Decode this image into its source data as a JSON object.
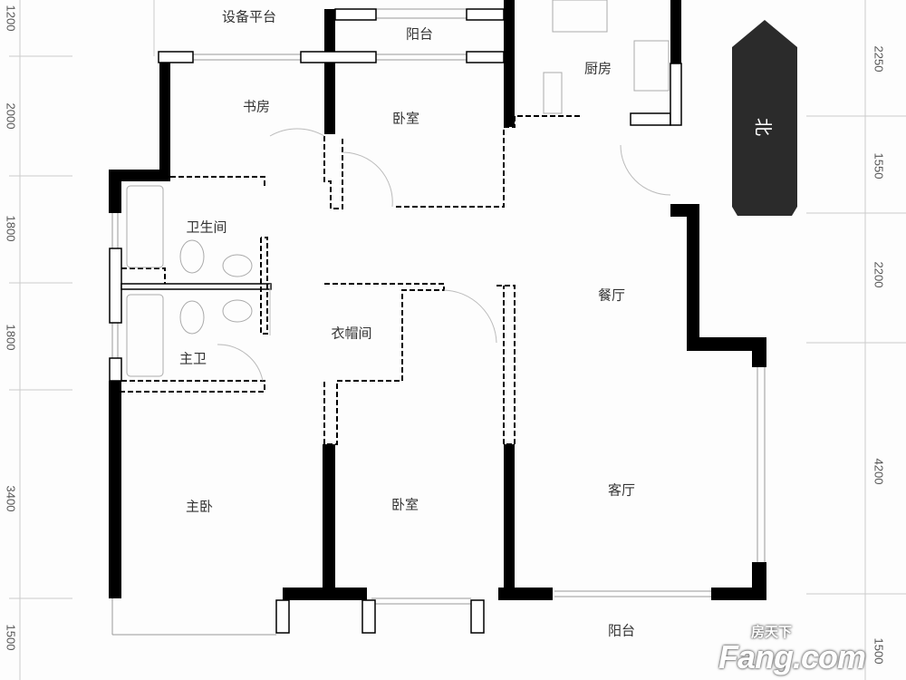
{
  "rooms": {
    "equipment_platform": "设备平台",
    "balcony_top": "阳台",
    "kitchen": "厨房",
    "study": "书房",
    "bedroom_top": "卧室",
    "bathroom": "卫生间",
    "dining": "餐厅",
    "cloakroom": "衣帽间",
    "master_bath": "主卫",
    "master_bedroom": "主卧",
    "bedroom_bottom": "卧室",
    "living": "客厅",
    "balcony_bottom": "阳台"
  },
  "dimensions_left": [
    "1200",
    "2000",
    "1800",
    "1800",
    "3400",
    "1500"
  ],
  "dimensions_right": [
    "2250",
    "1550",
    "2200",
    "4200",
    "1500"
  ],
  "north_label": "北",
  "watermark": {
    "cn": "房天下",
    "en": "Fang.com"
  },
  "colors": {
    "wall": "#000000",
    "north_arrow": "#2b2b2b"
  }
}
